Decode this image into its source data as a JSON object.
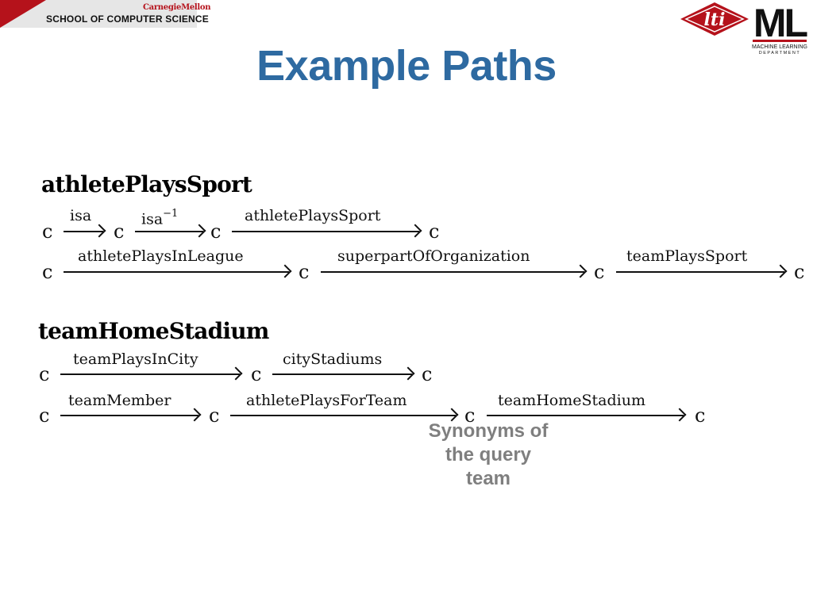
{
  "header": {
    "university": "CarnegieMellon",
    "school": "SCHOOL OF COMPUTER SCIENCE",
    "lti_logo_text": "lti",
    "ml_logo_text": "ML",
    "ml_logo_sub1": "MACHINE LEARNING",
    "ml_logo_sub2": "DEPARTMENT"
  },
  "title": "Example Paths",
  "sections": [
    {
      "heading": "athletePlaysSport",
      "paths": [
        {
          "nodes": [
            "c",
            "c",
            "c",
            "c"
          ],
          "relations": [
            "isa",
            "isa",
            "athletePlaysSport"
          ],
          "relation_sup": [
            "",
            "−1",
            ""
          ]
        },
        {
          "nodes": [
            "c",
            "c",
            "c",
            "c"
          ],
          "relations": [
            "athletePlaysInLeague",
            "superpartOfOrganization",
            "teamPlaysSport"
          ]
        }
      ]
    },
    {
      "heading": "teamHomeStadium",
      "paths": [
        {
          "nodes": [
            "c",
            "c",
            "c"
          ],
          "relations": [
            "teamPlaysInCity",
            "cityStadiums"
          ]
        },
        {
          "nodes": [
            "c",
            "c",
            "c",
            "c"
          ],
          "relations": [
            "teamMember",
            "athletePlaysForTeam",
            "teamHomeStadium"
          ]
        }
      ]
    }
  ],
  "note": [
    "Synonyms of",
    "the query",
    "team"
  ],
  "colors": {
    "title": "#2e6aa1",
    "brand_red": "#b5121b",
    "note": "#7f7f7f"
  }
}
